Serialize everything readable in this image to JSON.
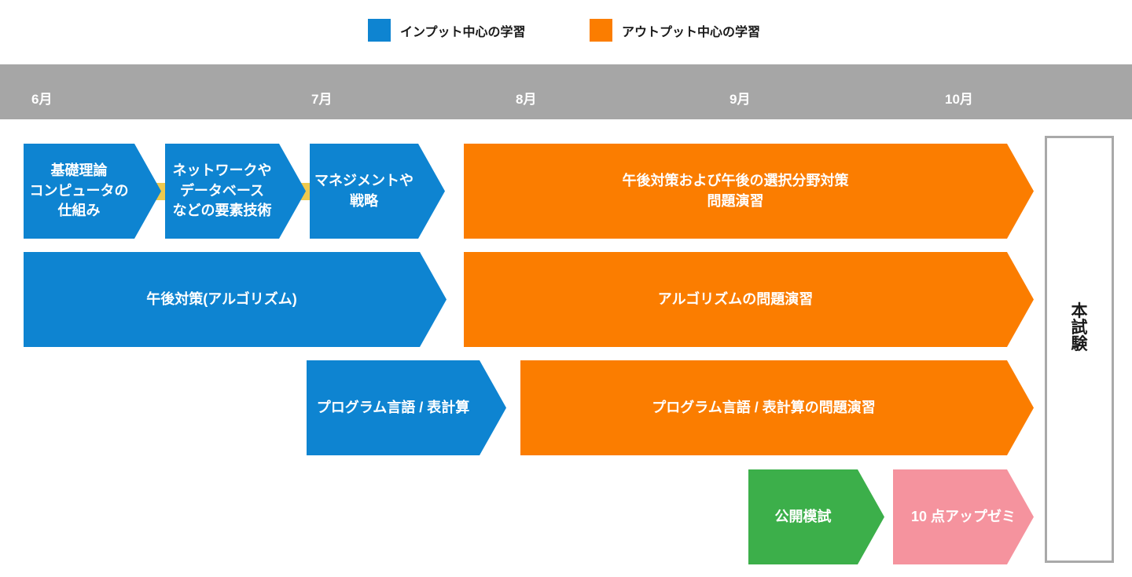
{
  "legend": {
    "items": {
      "input": {
        "label": "インプット中心の学習",
        "color": "#0e84d1"
      },
      "output": {
        "label": "アウトプット中心の学習",
        "color": "#fb7d00"
      }
    }
  },
  "months": {
    "bar_color": "#a6a6a6",
    "labels": [
      "6月",
      "7月",
      "8月",
      "9月",
      "10月"
    ]
  },
  "rows": {
    "row1": {
      "basic_theory": {
        "label": "基礎理論\nコンピュータの\n仕組み",
        "color": "#0e84d1"
      },
      "network_db": {
        "label": "ネットワークや\nデータベース\nなどの要素技術",
        "color": "#0e84d1"
      },
      "management": {
        "label": "マネジメントや\n戦略",
        "color": "#0e84d1"
      },
      "afternoon_practice": {
        "label": "午後対策および午後の選択分野対策\n問題演習",
        "color": "#fb7d00"
      }
    },
    "row2": {
      "algorithm": {
        "label": "午後対策(アルゴリズム)",
        "color": "#0e84d1"
      },
      "algorithm_practice": {
        "label": "アルゴリズムの問題演習",
        "color": "#fb7d00"
      }
    },
    "row3": {
      "programming": {
        "label": "プログラム言語 / 表計算",
        "color": "#0e84d1"
      },
      "programming_practice": {
        "label": "プログラム言語 / 表計算の問題演習",
        "color": "#fb7d00"
      }
    },
    "row4": {
      "mock_exam": {
        "label": "公開模試",
        "color": "#3caf4a"
      },
      "ten_point_up": {
        "label": "10 点アップゼミ",
        "color": "#f5939e"
      }
    }
  },
  "connector": {
    "color": "#eec94e"
  },
  "exam": {
    "label": "本\n試\n験",
    "border_color": "#a9a9a9"
  }
}
